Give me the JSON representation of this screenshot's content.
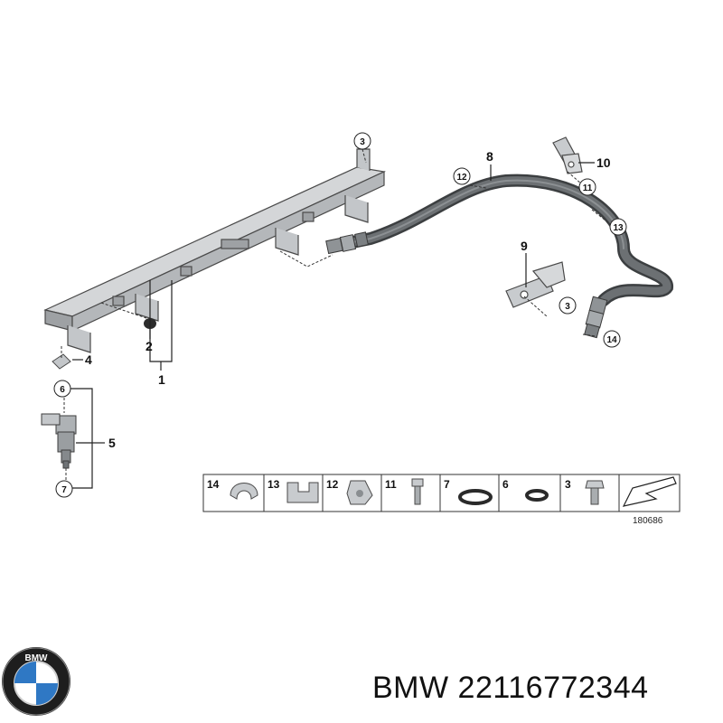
{
  "parts": [
    {
      "num": "1"
    },
    {
      "num": "2"
    },
    {
      "num": "3"
    },
    {
      "num": "4"
    },
    {
      "num": "5"
    },
    {
      "num": "6"
    },
    {
      "num": "7"
    },
    {
      "num": "8"
    },
    {
      "num": "9"
    },
    {
      "num": "10"
    },
    {
      "num": "11"
    },
    {
      "num": "12"
    },
    {
      "num": "13"
    },
    {
      "num": "14"
    }
  ],
  "callouts": {
    "c3a": "3",
    "c3b": "3",
    "c6": "6",
    "c7": "7",
    "c11": "11",
    "c12": "12",
    "c13": "13",
    "c14": "14"
  },
  "legend": [
    "14",
    "13",
    "12",
    "11",
    "7",
    "6",
    "3"
  ],
  "diagram_code": "180686",
  "caption": {
    "brand": "BMW",
    "part_number": "22116772344"
  },
  "colors": {
    "part_fill": "#b9bcbf",
    "part_stroke": "#4a4a4a",
    "hose": "#5a5d5f"
  }
}
